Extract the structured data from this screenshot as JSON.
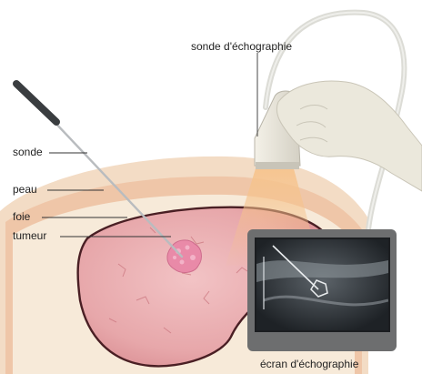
{
  "labels": {
    "ultrasound_probe": "sonde d'échographie",
    "probe": "sonde",
    "skin": "peau",
    "liver": "foie",
    "tumor": "tumeur",
    "ultrasound_screen": "écran d'échographie"
  },
  "colors": {
    "skin_outer": "#f3dcc5",
    "skin_layer": "#efc6a8",
    "liver": "#e7a7aa",
    "liver_outline": "#4a1f24",
    "tumor": "#e98aa8",
    "ultrasound_beam": "#f6c38c",
    "glove": "#ebe8dc",
    "cable": "#dcdcd6",
    "screen_bezel": "#6d6e6f",
    "screen_image": "#2a2f33"
  }
}
